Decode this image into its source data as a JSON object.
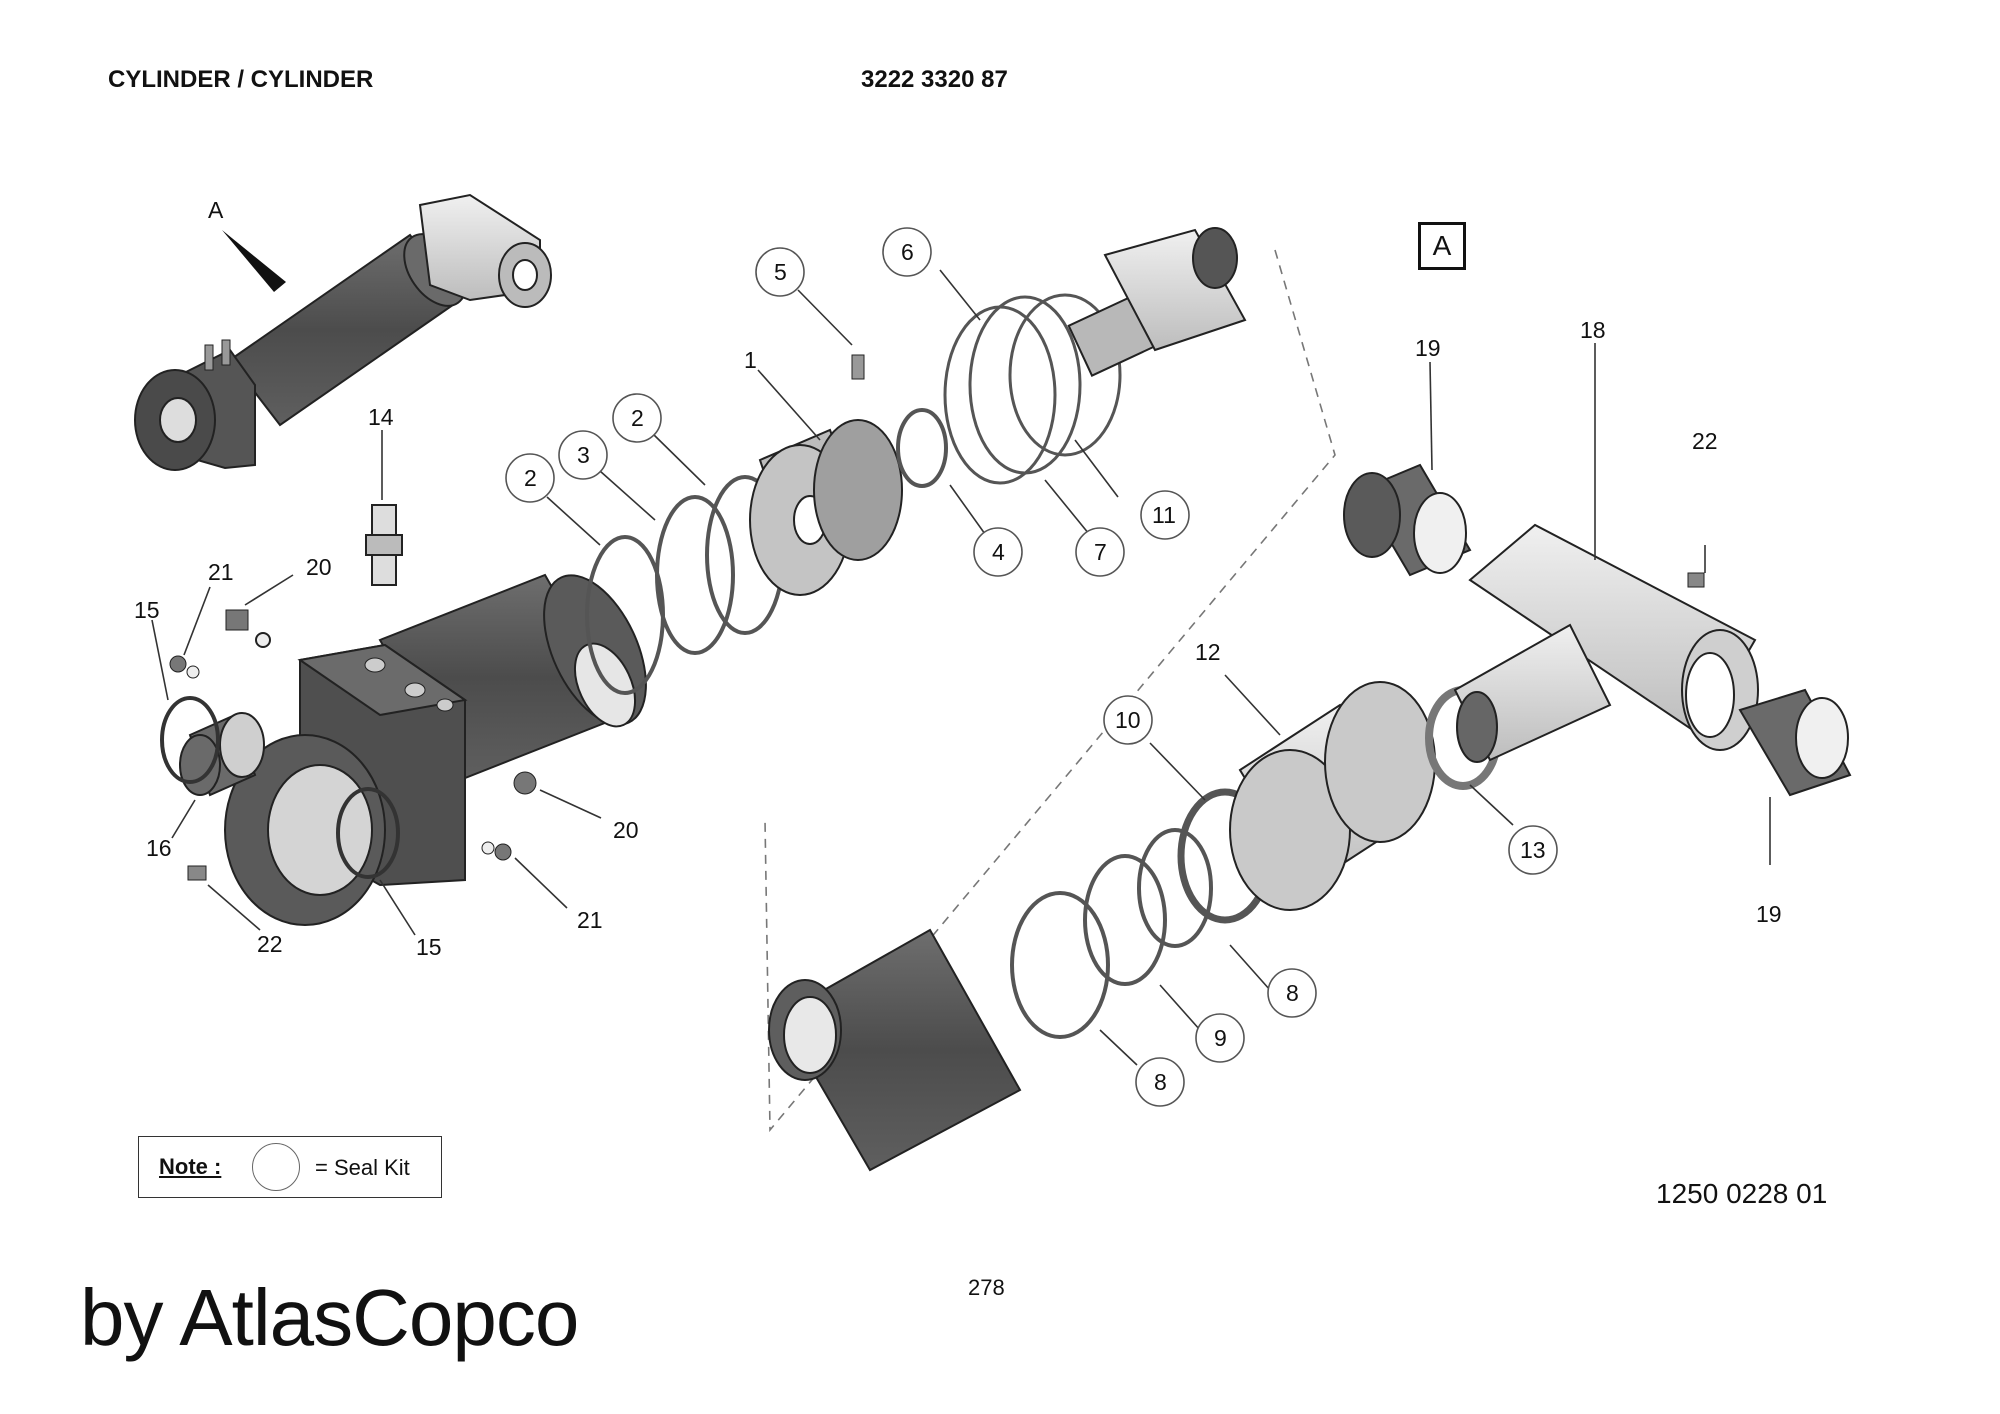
{
  "header": {
    "title": "CYLINDER / CYLINDER",
    "part_number": "3222 3320 87"
  },
  "view_marker": "A",
  "detail_marker": "A",
  "callouts": {
    "c1": "1",
    "c2a": "2",
    "c2b": "2",
    "c3": "3",
    "c4": "4",
    "c5": "5",
    "c6": "6",
    "c7": "7",
    "c8a": "8",
    "c8b": "8",
    "c9": "9",
    "c10": "10",
    "c11": "11",
    "c12": "12",
    "c13": "13",
    "c14": "14",
    "c15a": "15",
    "c15b": "15",
    "c16": "16",
    "c18": "18",
    "c19a": "19",
    "c19b": "19",
    "c20a": "20",
    "c20b": "20",
    "c21a": "21",
    "c21b": "21",
    "c22a": "22",
    "c22b": "22"
  },
  "note": {
    "label": "Note :",
    "text": "= Seal Kit"
  },
  "drawing_number": "1250 0228 01",
  "page_number": "278",
  "brand": "by AtlasCopco",
  "colors": {
    "dark_part": "#5a5a5a",
    "light_part": "#dcdcdc",
    "outline": "#222222"
  }
}
